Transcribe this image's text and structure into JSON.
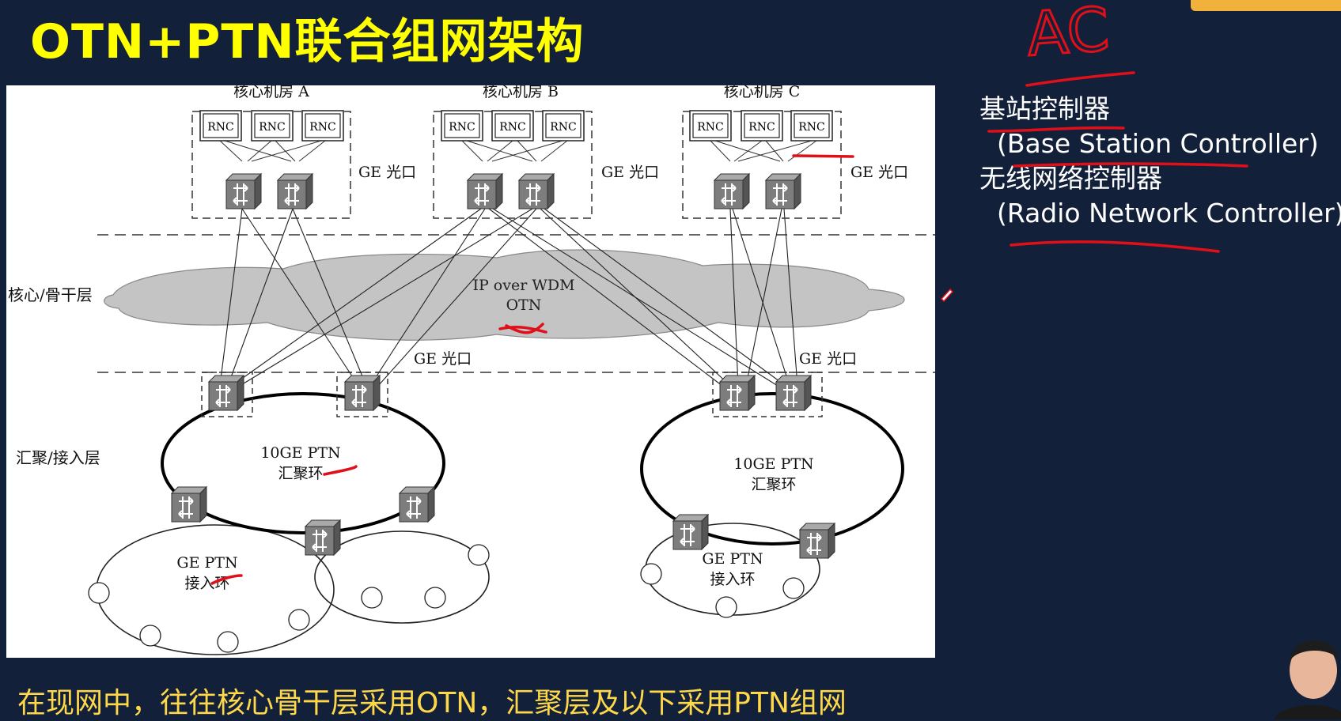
{
  "title": "OTN+PTN联合组网架构",
  "diagram": {
    "rooms": [
      "核心机房 A",
      "核心机房 B",
      "核心机房 C"
    ],
    "rnc_label": "RNC",
    "ge_port": "GE 光口",
    "layer_core": "核心/骨干层",
    "layer_access": "汇聚/接入层",
    "cloud_line1": "IP over WDM",
    "cloud_line2": "OTN",
    "ring_10ge_line1": "10GE PTN",
    "ring_10ge_line2": "汇聚环",
    "ring_ge_line1": "GE PTN",
    "ring_ge_line2": "接入环"
  },
  "notes": {
    "handwriting": "AC",
    "bsc_cn": "基站控制器",
    "bsc_en": "(Base Station Controller)",
    "rnc_cn": "无线网络控制器",
    "rnc_en": "(Radio Network Controller)"
  },
  "footer": "在现网中，往往核心骨干层采用OTN，汇聚层及以下采用PTN组网",
  "colors": {
    "background": "#13203a",
    "title": "#ffff00",
    "footer": "#ffd84a",
    "annotation_red": "#e0101a",
    "cloud_fill": "#c4c4c4"
  }
}
